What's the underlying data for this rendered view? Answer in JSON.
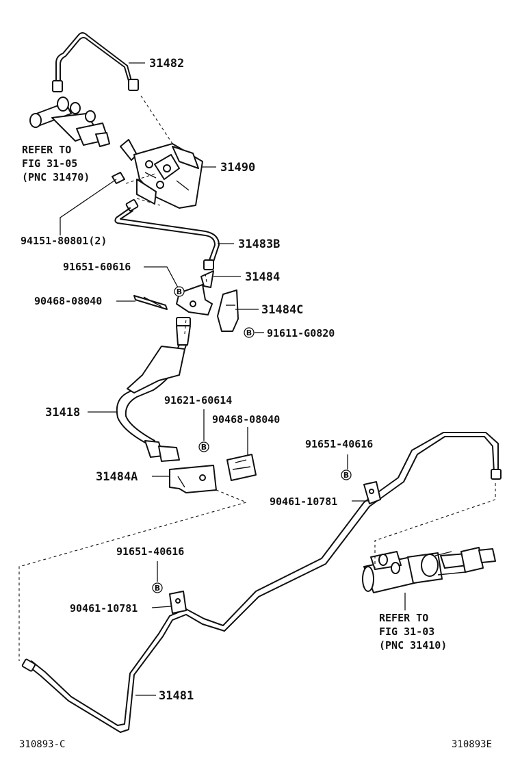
{
  "labels": {
    "p31482": "31482",
    "p31490": "31490",
    "p94151": "94151-80801(2)",
    "p31483b": "31483B",
    "p91651_60616": "91651-60616",
    "p31484": "31484",
    "p90468_08040_top": "90468-08040",
    "p31484c": "31484C",
    "p91611": "91611-G0820",
    "p31418": "31418",
    "p91621": "91621-60614",
    "p90468_08040_mid": "90468-08040",
    "p91651_40616_right": "91651-40616",
    "p31484a": "31484A",
    "p90461_right": "90461-10781",
    "p91651_40616_left": "91651-40616",
    "p90461_left": "90461-10781",
    "p31481": "31481"
  },
  "refer_top": {
    "line1": "REFER TO",
    "line2": "FIG 31-05",
    "line3": "(PNC 31470)"
  },
  "refer_bottom": {
    "line1": "REFER TO",
    "line2": "FIG 31-03",
    "line3": "(PNC 31410)"
  },
  "bolt_mark": "B",
  "footer": {
    "left_code": "310893-C",
    "right_code": "310893E"
  }
}
